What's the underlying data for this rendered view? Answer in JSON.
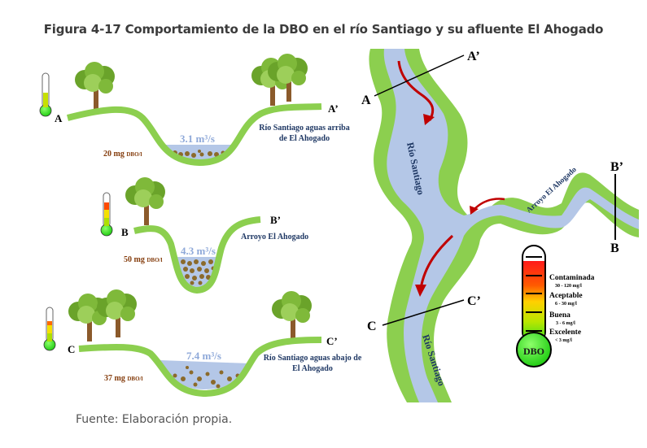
{
  "figure": {
    "title": "Figura 4-17 Comportamiento de la DBO en el río Santiago y su afluente El Ahogado",
    "source": "Fuente: Elaboración propia."
  },
  "colors": {
    "bank_green": "#8ccf4f",
    "water_blue": "#b4c7e7",
    "flow_label_blue": "#8fa9d9",
    "river_label_navy": "#1f3864",
    "dbo_label_brown": "#843c0c",
    "arrow_red": "#c00000",
    "sediment_brown": "#8b6a2b"
  },
  "cross_sections": [
    {
      "id": "A",
      "start_label": "A",
      "end_label": "A’",
      "flow": "3.1 m³/s",
      "dbo_value": "20 mg",
      "dbo_unit": "DBO/l",
      "place_line1": "Río Santiago aguas arriba",
      "place_line2": "de El Ahogado",
      "thermometer_level": "Buena"
    },
    {
      "id": "B",
      "start_label": "B",
      "end_label": "B’",
      "flow": "4.3 m³/s",
      "dbo_value": "50 mg",
      "dbo_unit": "DBO/l",
      "place_line1": "Arroyo El Ahogado",
      "place_line2": "",
      "thermometer_level": "Contaminada"
    },
    {
      "id": "C",
      "start_label": "C",
      "end_label": "C’",
      "flow": "7.4 m³/s",
      "dbo_value": "37 mg",
      "dbo_unit": "DBO/l",
      "place_line1": "Río Santiago aguas abajo de",
      "place_line2": "El Ahogado",
      "thermometer_level": "Contaminada"
    }
  ],
  "map": {
    "river_label_upper": "Río Santiago",
    "river_label_lower": "Río Santiago",
    "tributary_label": "Arroyo El Ahogado",
    "cut_A": {
      "start": "A",
      "end": "A’"
    },
    "cut_B": {
      "start": "B",
      "end": "B’"
    },
    "cut_C": {
      "start": "C",
      "end": "C’"
    }
  },
  "legend": {
    "bulb_label": "DBO",
    "levels": [
      {
        "name": "Contaminada",
        "range": "30 - 120 mg/l"
      },
      {
        "name": "Aceptable",
        "range": "6 - 30 mg/l"
      },
      {
        "name": "Buena",
        "range": "3 - 6 mg/l"
      },
      {
        "name": "Excelente",
        "range": "< 3 mg/l"
      }
    ]
  }
}
